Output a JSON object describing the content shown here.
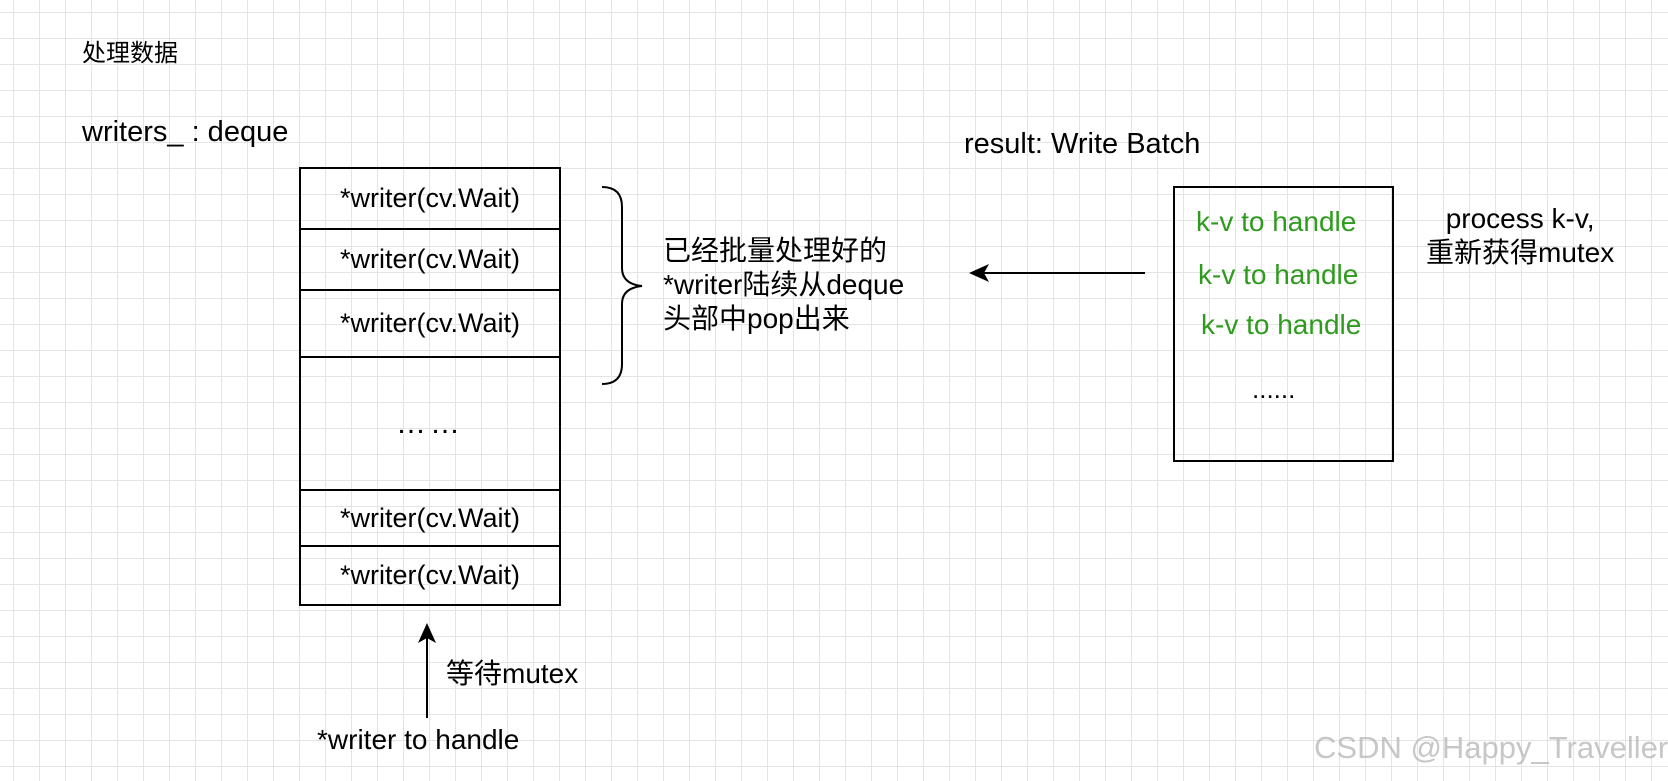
{
  "title": "处理数据",
  "deque_label": "writers_ : deque",
  "deque_items": {
    "item1": "*writer(cv.Wait)",
    "item2": "*writer(cv.Wait)",
    "item3": "*writer(cv.Wait)",
    "ellipsis": "……",
    "item4": "*writer(cv.Wait)",
    "item5": "*writer(cv.Wait)"
  },
  "batched_note": {
    "line1": "已经批量处理好的",
    "line2": "*writer陆续从deque",
    "line3": "头部中pop出来"
  },
  "result_label": "result: Write Batch",
  "batch_items": {
    "kv1": "k-v to handle",
    "kv2": "k-v to handle",
    "kv3": "k-v to handle",
    "ellipsis": "......"
  },
  "process_note": {
    "line1": "process k-v,",
    "line2": "重新获得mutex"
  },
  "wait_label": "等待mutex",
  "incoming_label": "*writer to handle",
  "watermark": "CSDN @Happy_Traveller",
  "colors": {
    "kv_text": "#2e9a1e",
    "grid": "#e4e4e4",
    "stroke": "#000000"
  }
}
